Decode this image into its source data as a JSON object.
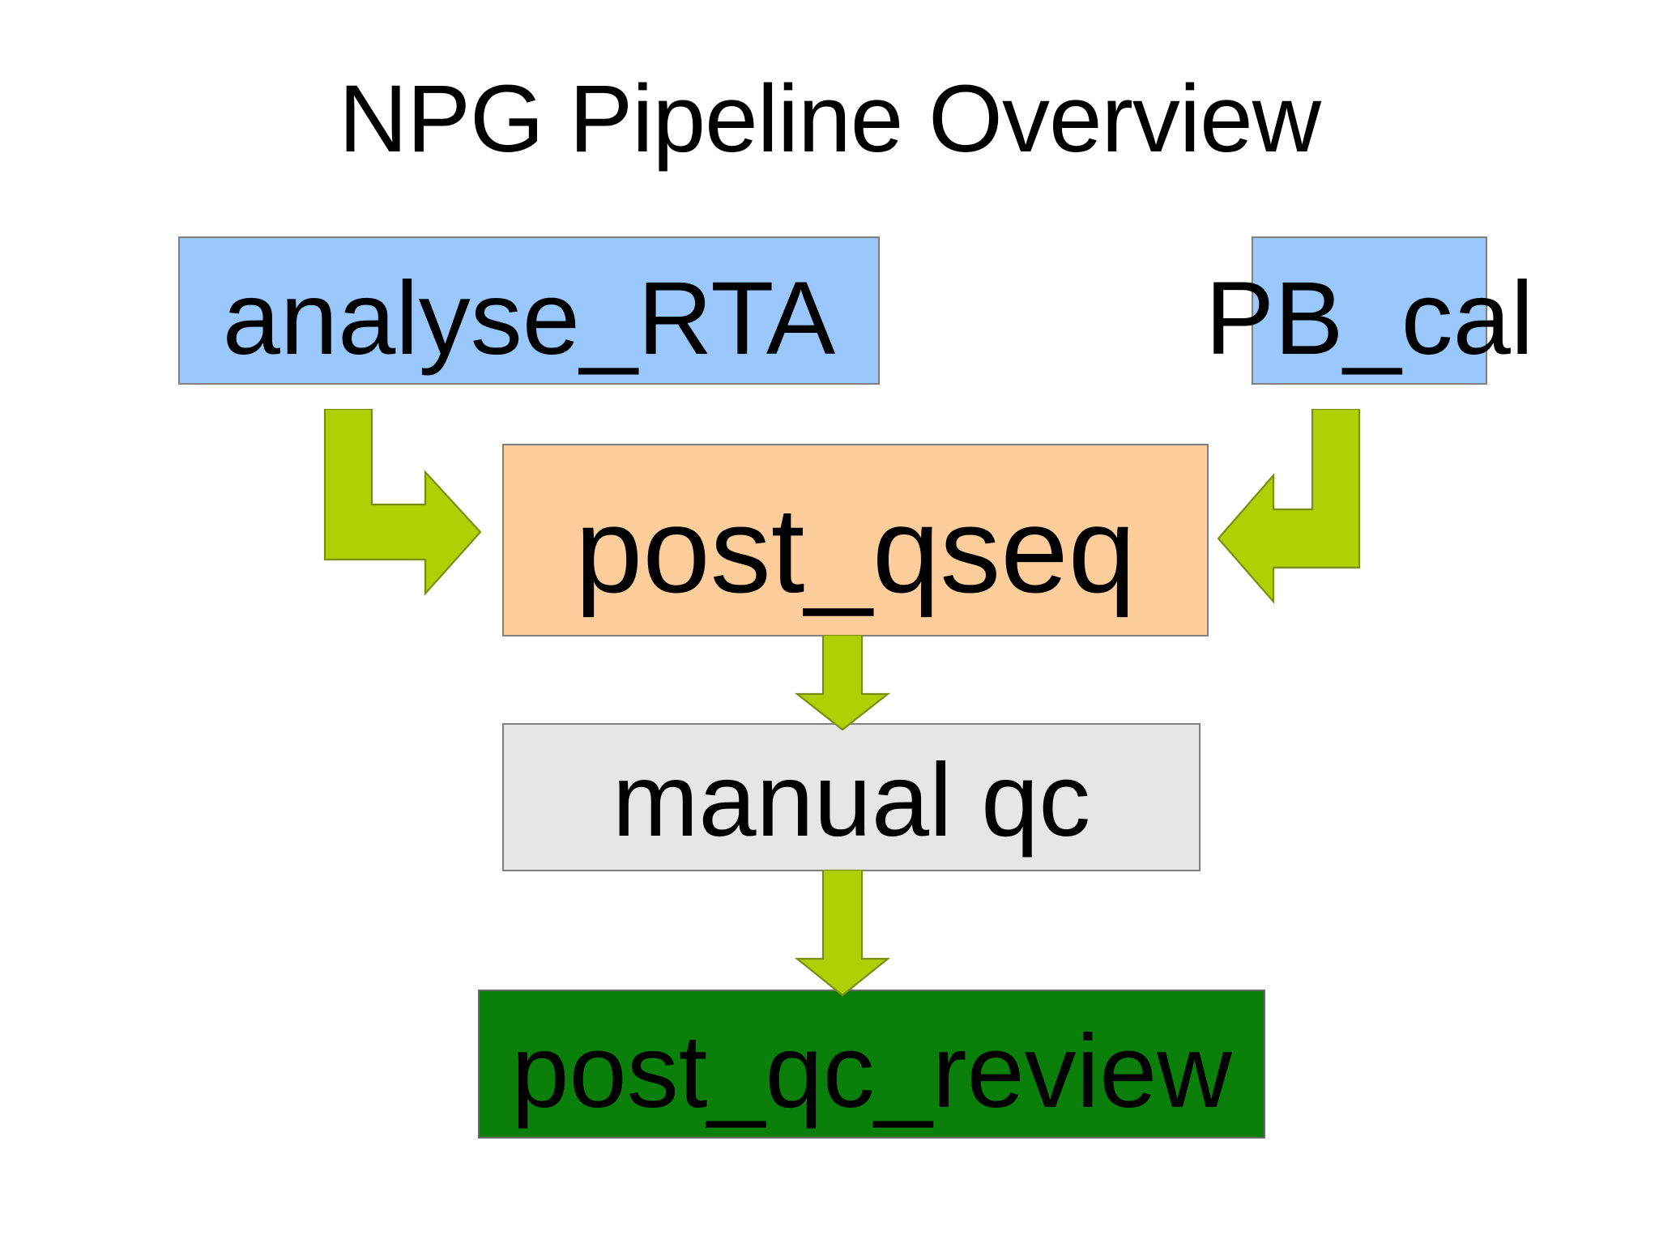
{
  "page": {
    "title": "NPG Pipeline Overview",
    "background_color": "#ffffff"
  },
  "colors": {
    "blue_node": "#9ac8fd",
    "orange_node": "#fdcd9b",
    "grey_node": "#e6e6e6",
    "green_node": "#0a800a",
    "arrow_green": "#aed004",
    "arrow_outline": "#7a8f12",
    "node_border": "#808080",
    "text": "#000000"
  },
  "diagram": {
    "type": "flowchart",
    "nodes": [
      {
        "id": "analyse_RTA",
        "label": "analyse_RTA",
        "color": "#9ac8fd",
        "stage": "input"
      },
      {
        "id": "PB_cal",
        "label": "PB_cal",
        "color": "#9ac8fd",
        "stage": "input"
      },
      {
        "id": "post_qseq",
        "label": "post_qseq",
        "color": "#fdcd9b",
        "stage": "processing"
      },
      {
        "id": "manual_qc",
        "label": "manual qc",
        "color": "#e6e6e6",
        "stage": "manual"
      },
      {
        "id": "post_qc_review",
        "label": "post_qc_review",
        "color": "#0a800a",
        "stage": "output"
      }
    ],
    "edges": [
      {
        "from": "analyse_RTA",
        "to": "post_qseq",
        "shape": "elbow-down-right",
        "color": "#aed004"
      },
      {
        "from": "PB_cal",
        "to": "post_qseq",
        "shape": "elbow-down-left",
        "color": "#aed004"
      },
      {
        "from": "post_qseq",
        "to": "manual_qc",
        "shape": "straight-down",
        "color": "#aed004"
      },
      {
        "from": "manual_qc",
        "to": "post_qc_review",
        "shape": "straight-down",
        "color": "#aed004"
      }
    ]
  }
}
